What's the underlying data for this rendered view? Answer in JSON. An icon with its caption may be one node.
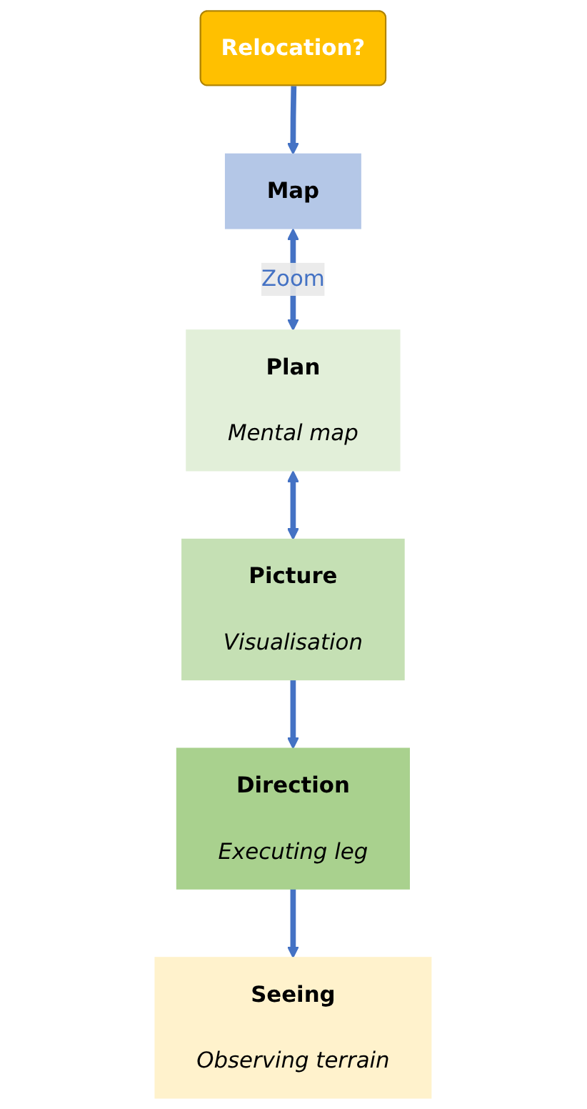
{
  "diagram": {
    "nodes": [
      {
        "text": [
          "Map"
        ]
      },
      {
        "text": [
          "Plan",
          "Mental map"
        ]
      },
      {
        "text": [
          "Picture",
          "Visualisation"
        ]
      },
      {
        "text": [
          "Direction",
          "Executing leg"
        ]
      },
      {
        "text": [
          "Relocation?"
        ]
      },
      {
        "text": [
          "Seeing",
          "Observing terrain"
        ]
      }
    ],
    "edges": [
      {
        "from": 0,
        "to": 1,
        "arrow": "both",
        "label": "Zoom"
      },
      {
        "from": 1,
        "to": 2,
        "arrow": "both"
      },
      {
        "from": 2,
        "to": 3,
        "arrow": "to"
      },
      {
        "from": 3,
        "to": 5,
        "arrow": "to"
      },
      {
        "from": 4,
        "to": 0,
        "arrow": "to"
      }
    ]
  }
}
